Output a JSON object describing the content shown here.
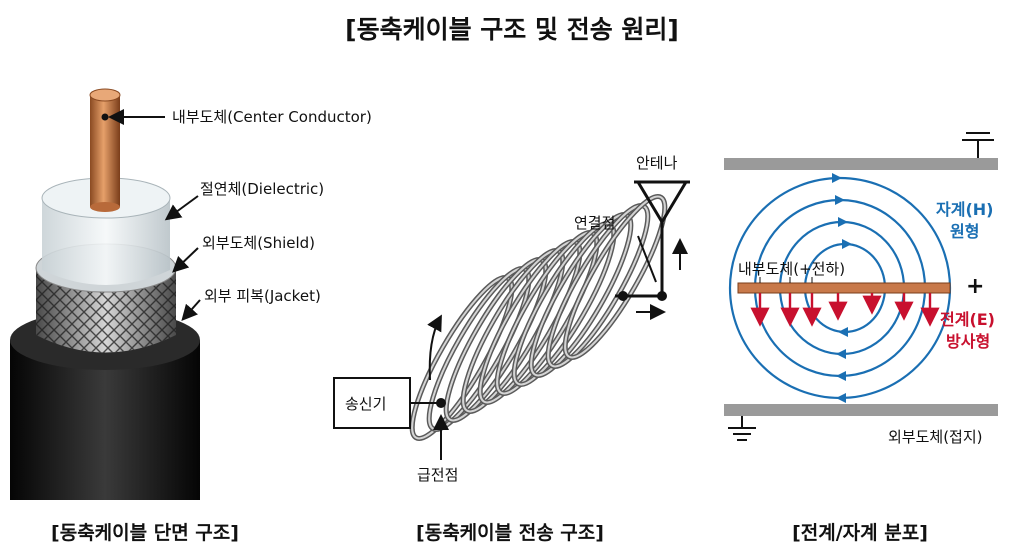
{
  "title": "[동축케이블 구조 및 전송 원리]",
  "cross_section": {
    "caption": "[동축케이블 단면 구조]",
    "labels": {
      "center": "내부도체(Center Conductor)",
      "dielectric": "절연체(Dielectric)",
      "shield": "외부도체(Shield)",
      "jacket": "외부 피복(Jacket)"
    }
  },
  "transmission": {
    "caption": "[동축케이블 전송 구조]",
    "labels": {
      "antenna": "안테나",
      "junction": "연결점",
      "transmitter": "송신기",
      "feed_point": "급전점"
    }
  },
  "field": {
    "caption": "[전계/자계 분포]",
    "labels": {
      "h_field_line1": "자계(H)",
      "h_field_line2": "원형",
      "inner_conductor": "내부도체(+전하)",
      "plus": "+",
      "e_field_line1": "전계(E)",
      "e_field_line2": "방사형",
      "outer_conductor": "외부도체(접지)"
    }
  },
  "colors": {
    "copper": "#c8794a",
    "magnetic_field": "#1a6fb3",
    "electric_field": "#c8102e",
    "plate": "#9a9a9a"
  }
}
